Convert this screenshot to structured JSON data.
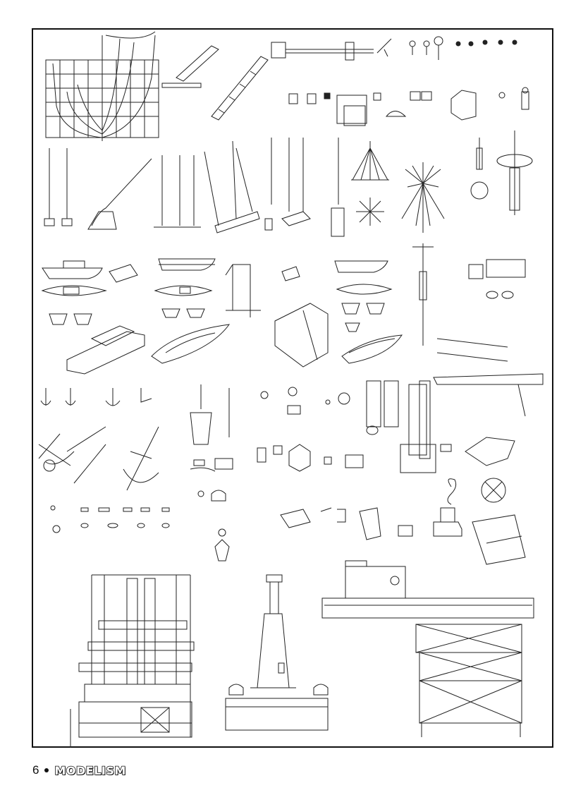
{
  "page": {
    "page_number": "6",
    "magazine_logo": "MODELISM",
    "content": "ship-model-detail-drawings"
  }
}
